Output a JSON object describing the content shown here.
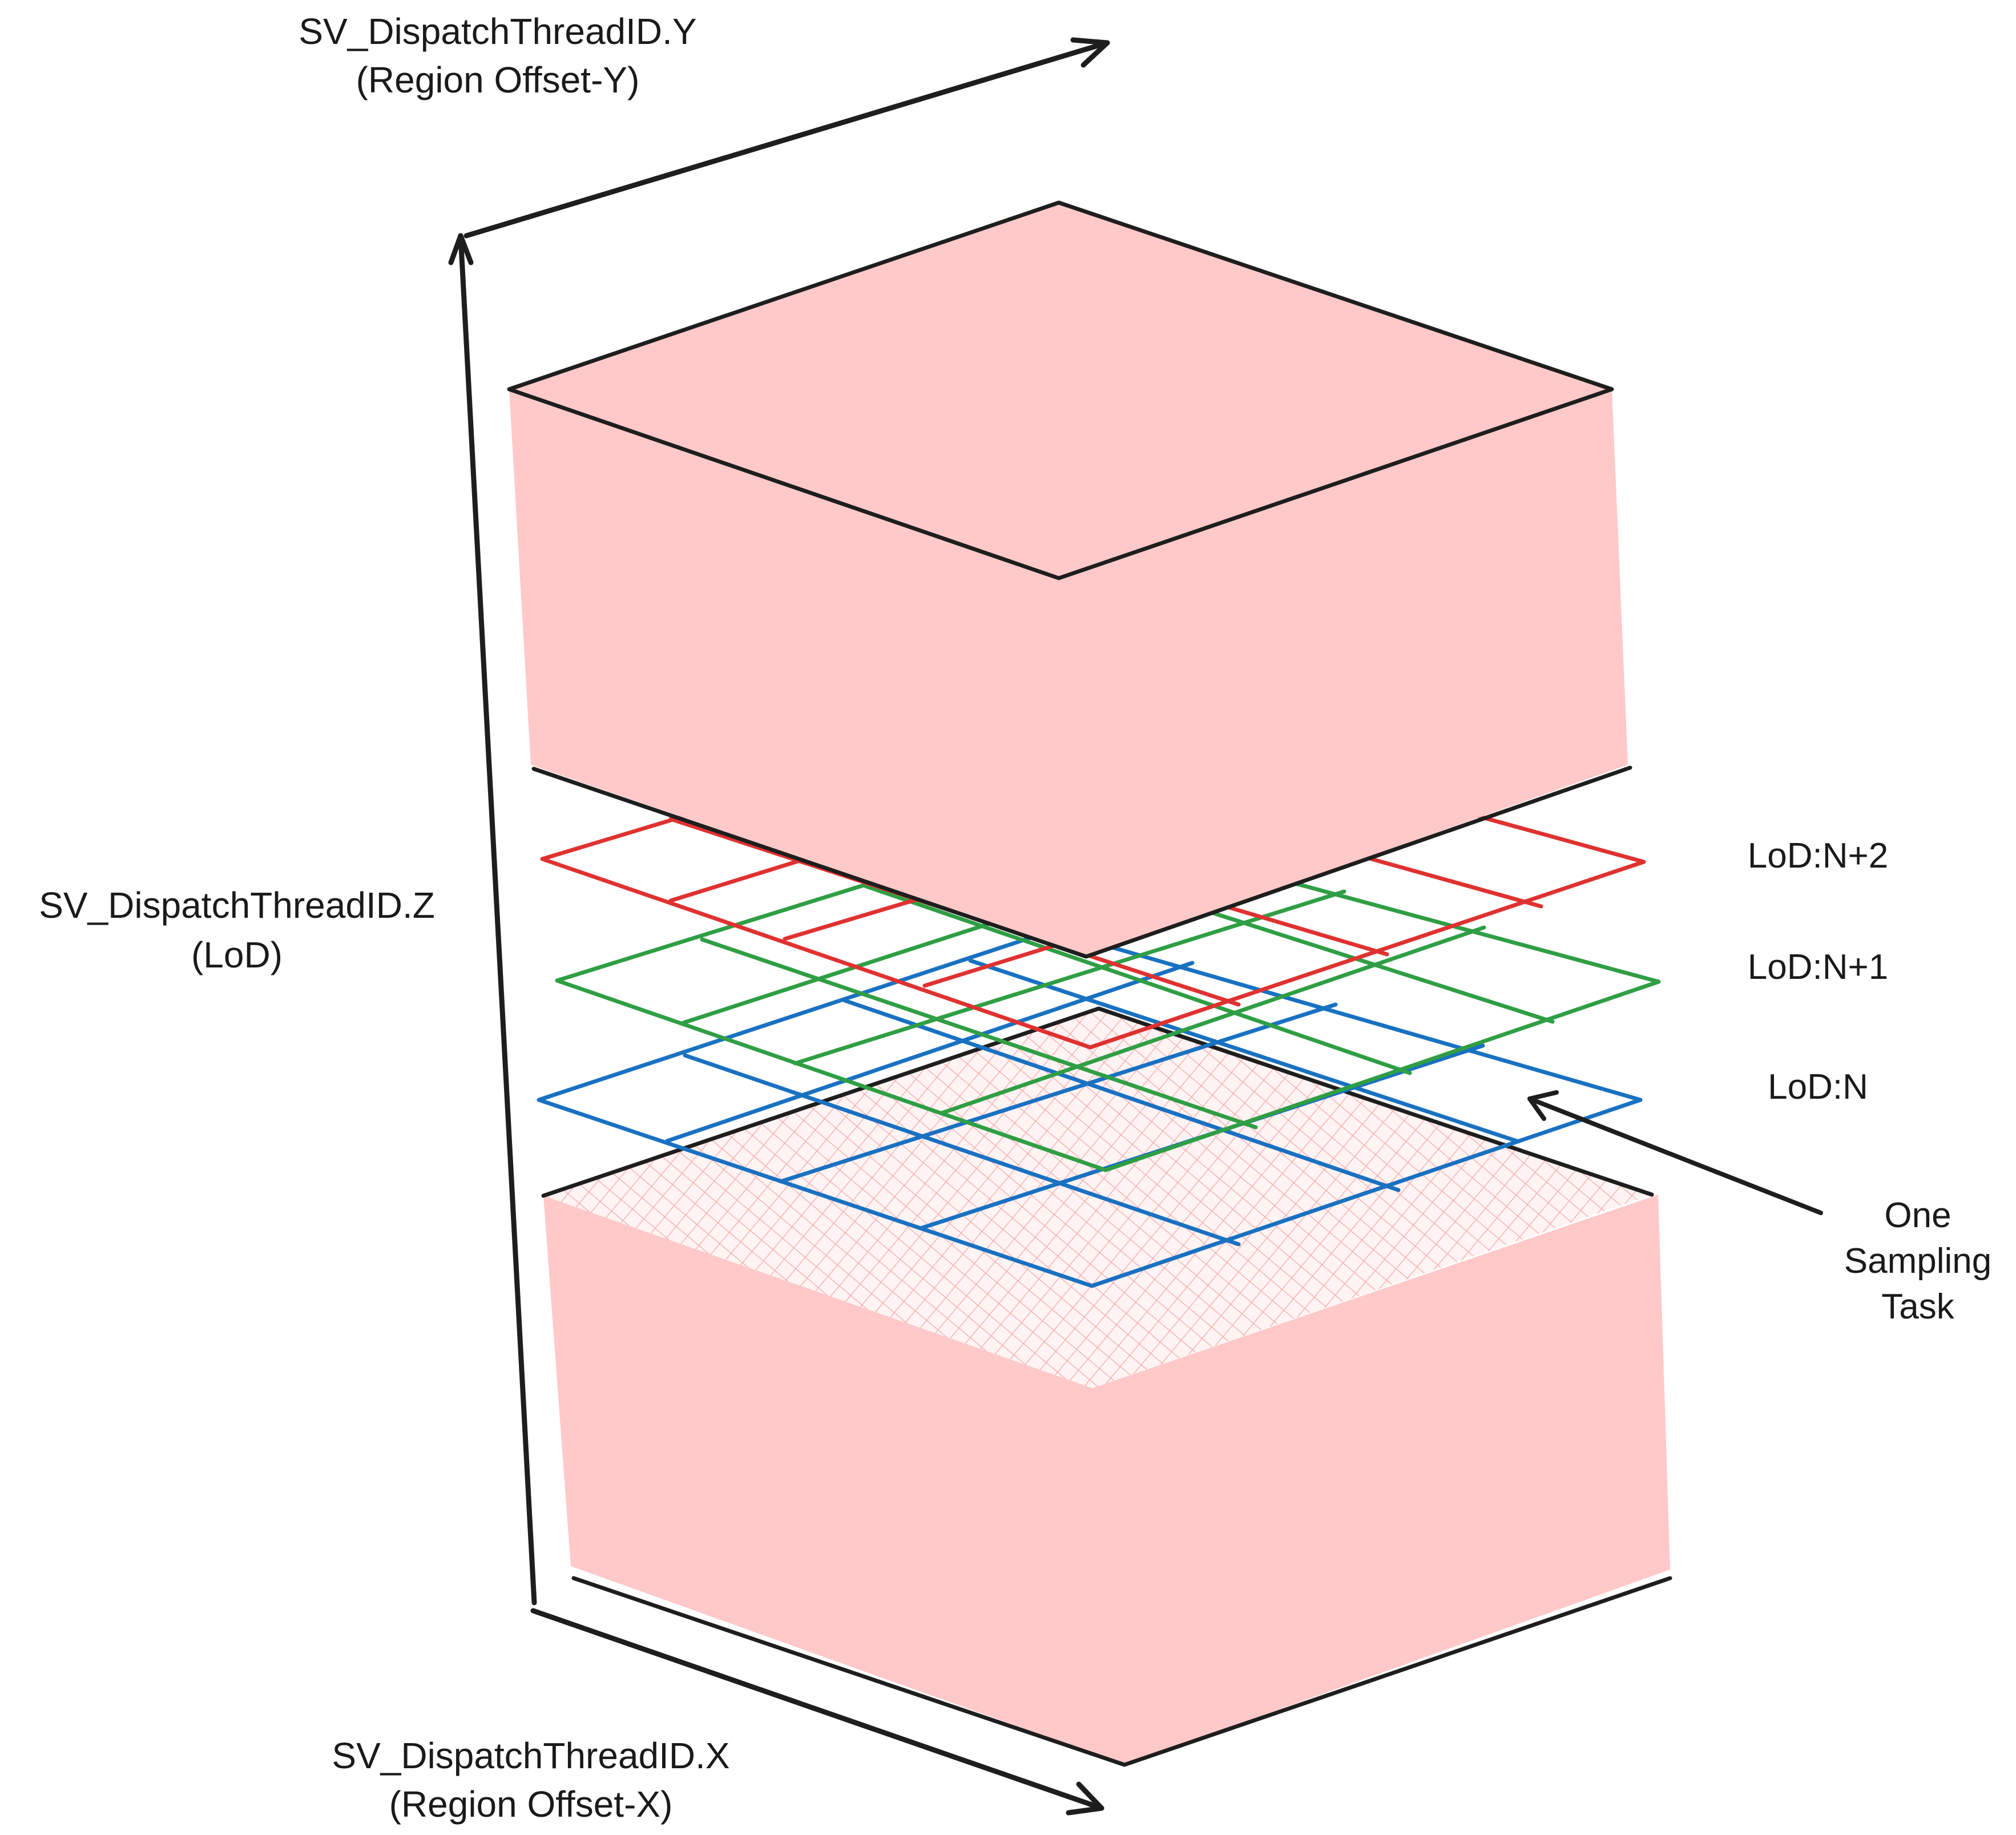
{
  "axes": {
    "y": {
      "line1": "SV_DispatchThreadID.Y",
      "line2": "(Region Offset-Y)"
    },
    "z": {
      "line1": "SV_DispatchThreadID.Z",
      "line2": "(LoD)"
    },
    "x": {
      "line1": "SV_DispatchThreadID.X",
      "line2": "(Region Offset-X)"
    }
  },
  "lod_labels": {
    "n_plus_2": "LoD:N+2",
    "n_plus_1": "LoD:N+1",
    "n": "LoD:N"
  },
  "annotation": {
    "line1": "One",
    "line2": "Sampling",
    "line3": "Task"
  },
  "colors": {
    "block_fill": "#ffc9c9",
    "lod_n_plus_2": "#e03131",
    "lod_n_plus_1": "#2f9e44",
    "lod_n": "#1971c2",
    "ink": "#1e1e1e"
  }
}
